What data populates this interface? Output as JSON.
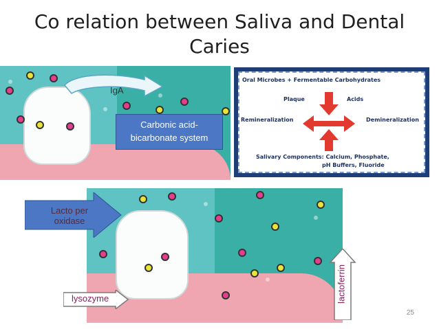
{
  "slide": {
    "title_line1": "Co relation between Saliva and Dental",
    "title_line2": "Caries",
    "page_number": "25"
  },
  "top_image": {
    "iga_label": "IgA",
    "carbonic_label": "Carbonic acid-\nbicarbonate system"
  },
  "diagram": {
    "line1": "Oral Microbes + Fermentable Carbohydrates",
    "plaque": "Plaque",
    "acids": "Acids",
    "remineralization": "Remineralization",
    "demineralization": "Demineralization",
    "line4a": "Salivary Components: Calcium, Phosphate,",
    "line4b": "pH Buffers, Fluoride",
    "arrow_color": "#e23a2e"
  },
  "bottom_image": {
    "lacto_label": "Lacto per\noxidase",
    "lysozyme_label": "lysozyme",
    "lactoferrin_label": "lactoferrin"
  },
  "colors": {
    "water_light": "#5ec3c2",
    "water_dark": "#3aafa6",
    "gum": "#f0a6b0",
    "label_blue": "#4b77c4",
    "diagram_border": "#1e3e77"
  }
}
